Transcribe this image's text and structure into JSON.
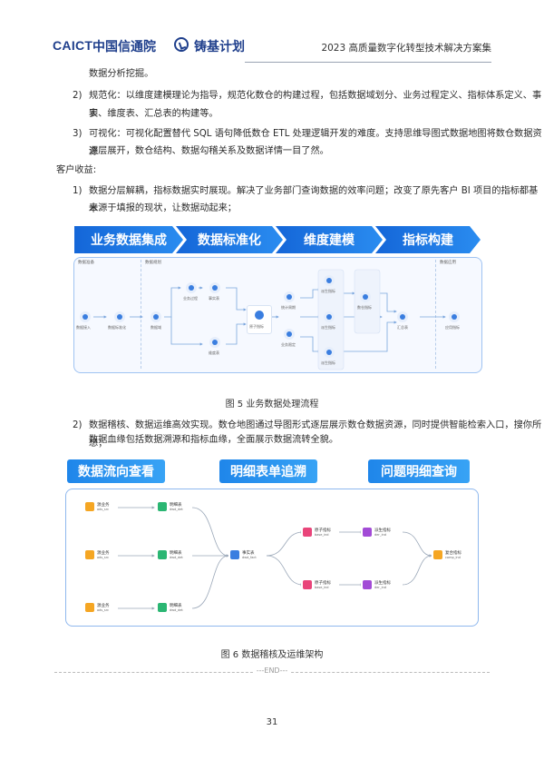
{
  "header": {
    "logo_caict": "CAICT",
    "logo_cn": "中国信通院",
    "logo_program": "铸基计划",
    "title": "2023 高质量数字化转型技术解决方案集"
  },
  "para_top": "数据分析挖掘。",
  "items": [
    {
      "num": "2)",
      "lines": [
        "规范化：以维度建模理论为指导，规范化数仓的构建过程，包括数据域划分、业务过程定义、指标体系定义、事实",
        "表、维度表、汇总表的构建等。"
      ]
    },
    {
      "num": "3)",
      "lines": [
        "可视化：可视化配置替代 SQL 语句降低数仓 ETL 处理逻辑开发的难度。支持思维导图式数据地图将数仓数据资源",
        "逐层展开，数仓结构、数据勾稽关系及数据详情一目了然。"
      ]
    }
  ],
  "customer_label": "客户收益:",
  "benefit1": {
    "num": "1)",
    "lines": [
      "数据分层解耦，指标数据实时展现。解决了业务部门查询数据的效率问题；改变了原先客户 BI 项目的指标都基本",
      "来源于填报的现状，让数据动起来；"
    ]
  },
  "figure5": {
    "stages": [
      "业务数据集成",
      "数据标准化",
      "维度建模",
      "指标构建"
    ],
    "panel_labels": [
      "数据准备",
      "数据规划",
      "数据应用"
    ],
    "nodes": [
      "数据接入",
      "数据标准化",
      "数据域",
      "业务过程",
      "事实表",
      "维度表",
      "原子指标",
      "统计周期",
      "业务限定",
      "派生指标",
      "派生指标",
      "派生指标",
      "数仓指标",
      "汇总表",
      "应用指标"
    ],
    "caption": "图 5 业务数据处理流程"
  },
  "benefit2": {
    "num": "2)",
    "lines": [
      "数据稽核、数据运维高效实现。数仓地图通过导图形式逐层展示数仓数据资源，同时提供智能检索入口，搜你所想；",
      "数据血缘包括数据溯源和指标血缘，全面展示数据流转全貌。"
    ]
  },
  "figure6": {
    "tags": [
      "数据流向查看",
      "明细表单追溯",
      "问题明细查询"
    ],
    "nodes": [
      {
        "title": "源业务",
        "sub": "ods_src"
      },
      {
        "title": "源业务",
        "sub": "ods_src"
      },
      {
        "title": "源业务",
        "sub": "ods_src"
      },
      {
        "title": "明细表",
        "sub": "dwd_det"
      },
      {
        "title": "明细表",
        "sub": "dwd_det"
      },
      {
        "title": "明细表",
        "sub": "dwd_det"
      },
      {
        "title": "事实表",
        "sub": "dwd_fact"
      },
      {
        "title": "原子指标",
        "sub": "base_ind"
      },
      {
        "title": "派生指标",
        "sub": "der_ind"
      },
      {
        "title": "原子指标",
        "sub": "base_ind"
      },
      {
        "title": "派生指标",
        "sub": "der_ind"
      },
      {
        "title": "复合指标",
        "sub": "comp_ind"
      }
    ],
    "caption": "图 6 数据稽核及运维架构"
  },
  "end": "END",
  "page_number": "31",
  "colors": {
    "brand": "#1f3f8c",
    "accent": "#1a73e8",
    "panel_border": "#9fc3f2"
  }
}
